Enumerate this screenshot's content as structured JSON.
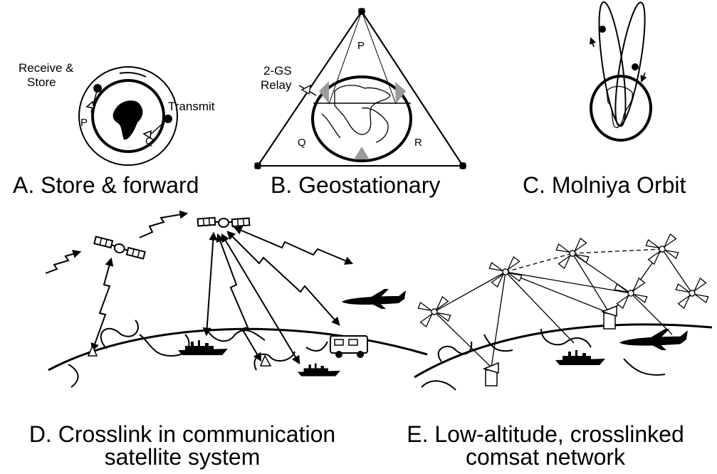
{
  "panels": {
    "a": {
      "title": "A. Store & forward",
      "labels": {
        "receive_line1": "Receive &",
        "receive_line2": "Store",
        "transmit": "Transmit",
        "p": "P",
        "q": "Q"
      }
    },
    "b": {
      "title": "B. Geostationary",
      "labels": {
        "relay_line1": "2-GS",
        "relay_line2": "Relay",
        "p": "P",
        "q": "Q",
        "r": "R"
      }
    },
    "c": {
      "title": "C. Molniya Orbit"
    },
    "d": {
      "title_line1": "D. Crosslink in communication",
      "title_line2": "satellite system"
    },
    "e": {
      "title_line1": "E. Low-altitude, crosslinked",
      "title_line2": "comsat network"
    }
  },
  "colors": {
    "ink": "#000000",
    "background": "#ffffff",
    "shade": "#9a9a9a"
  }
}
